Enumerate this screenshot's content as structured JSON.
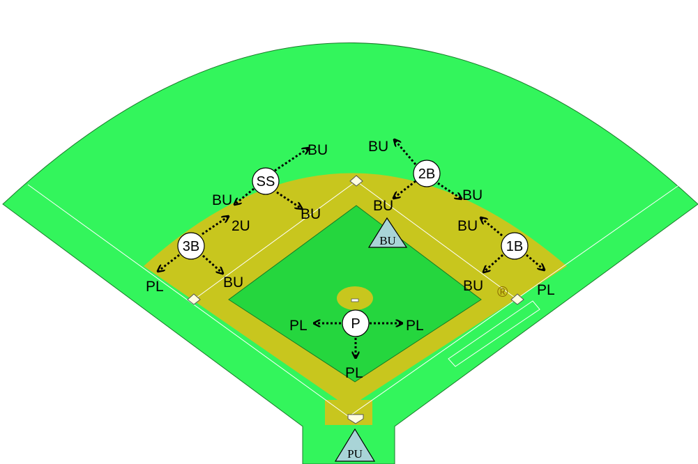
{
  "colors": {
    "grass": "#33f55c",
    "infield_grass": "#25d63e",
    "dirt": "#c8c61e",
    "chalk": "#ffffff",
    "player_fill": "#ffffff",
    "umpire_fill": "#a9d4d7"
  },
  "fielders": {
    "ss": "SS",
    "second_base": "2B",
    "third_base": "3B",
    "first_base": "1B",
    "pitcher": "P"
  },
  "umpires": {
    "base_umpire": "BU",
    "plate_umpire": "PU"
  },
  "labels": {
    "ss_bu_upper": "BU",
    "ss_bu_left": "BU",
    "ss_bu_right": "BU",
    "third_2u": "2U",
    "third_pl": "PL",
    "third_bu": "BU",
    "second_bu_upper": "BU",
    "second_bu_lower": "BU",
    "second_bu_right": "BU",
    "first_bu_upper": "BU",
    "first_bu_lower": "BU",
    "first_pl": "PL",
    "runner_mark": "®",
    "pitcher_pl_left": "PL",
    "pitcher_pl_right": "PL",
    "pitcher_pl_down": "PL"
  }
}
